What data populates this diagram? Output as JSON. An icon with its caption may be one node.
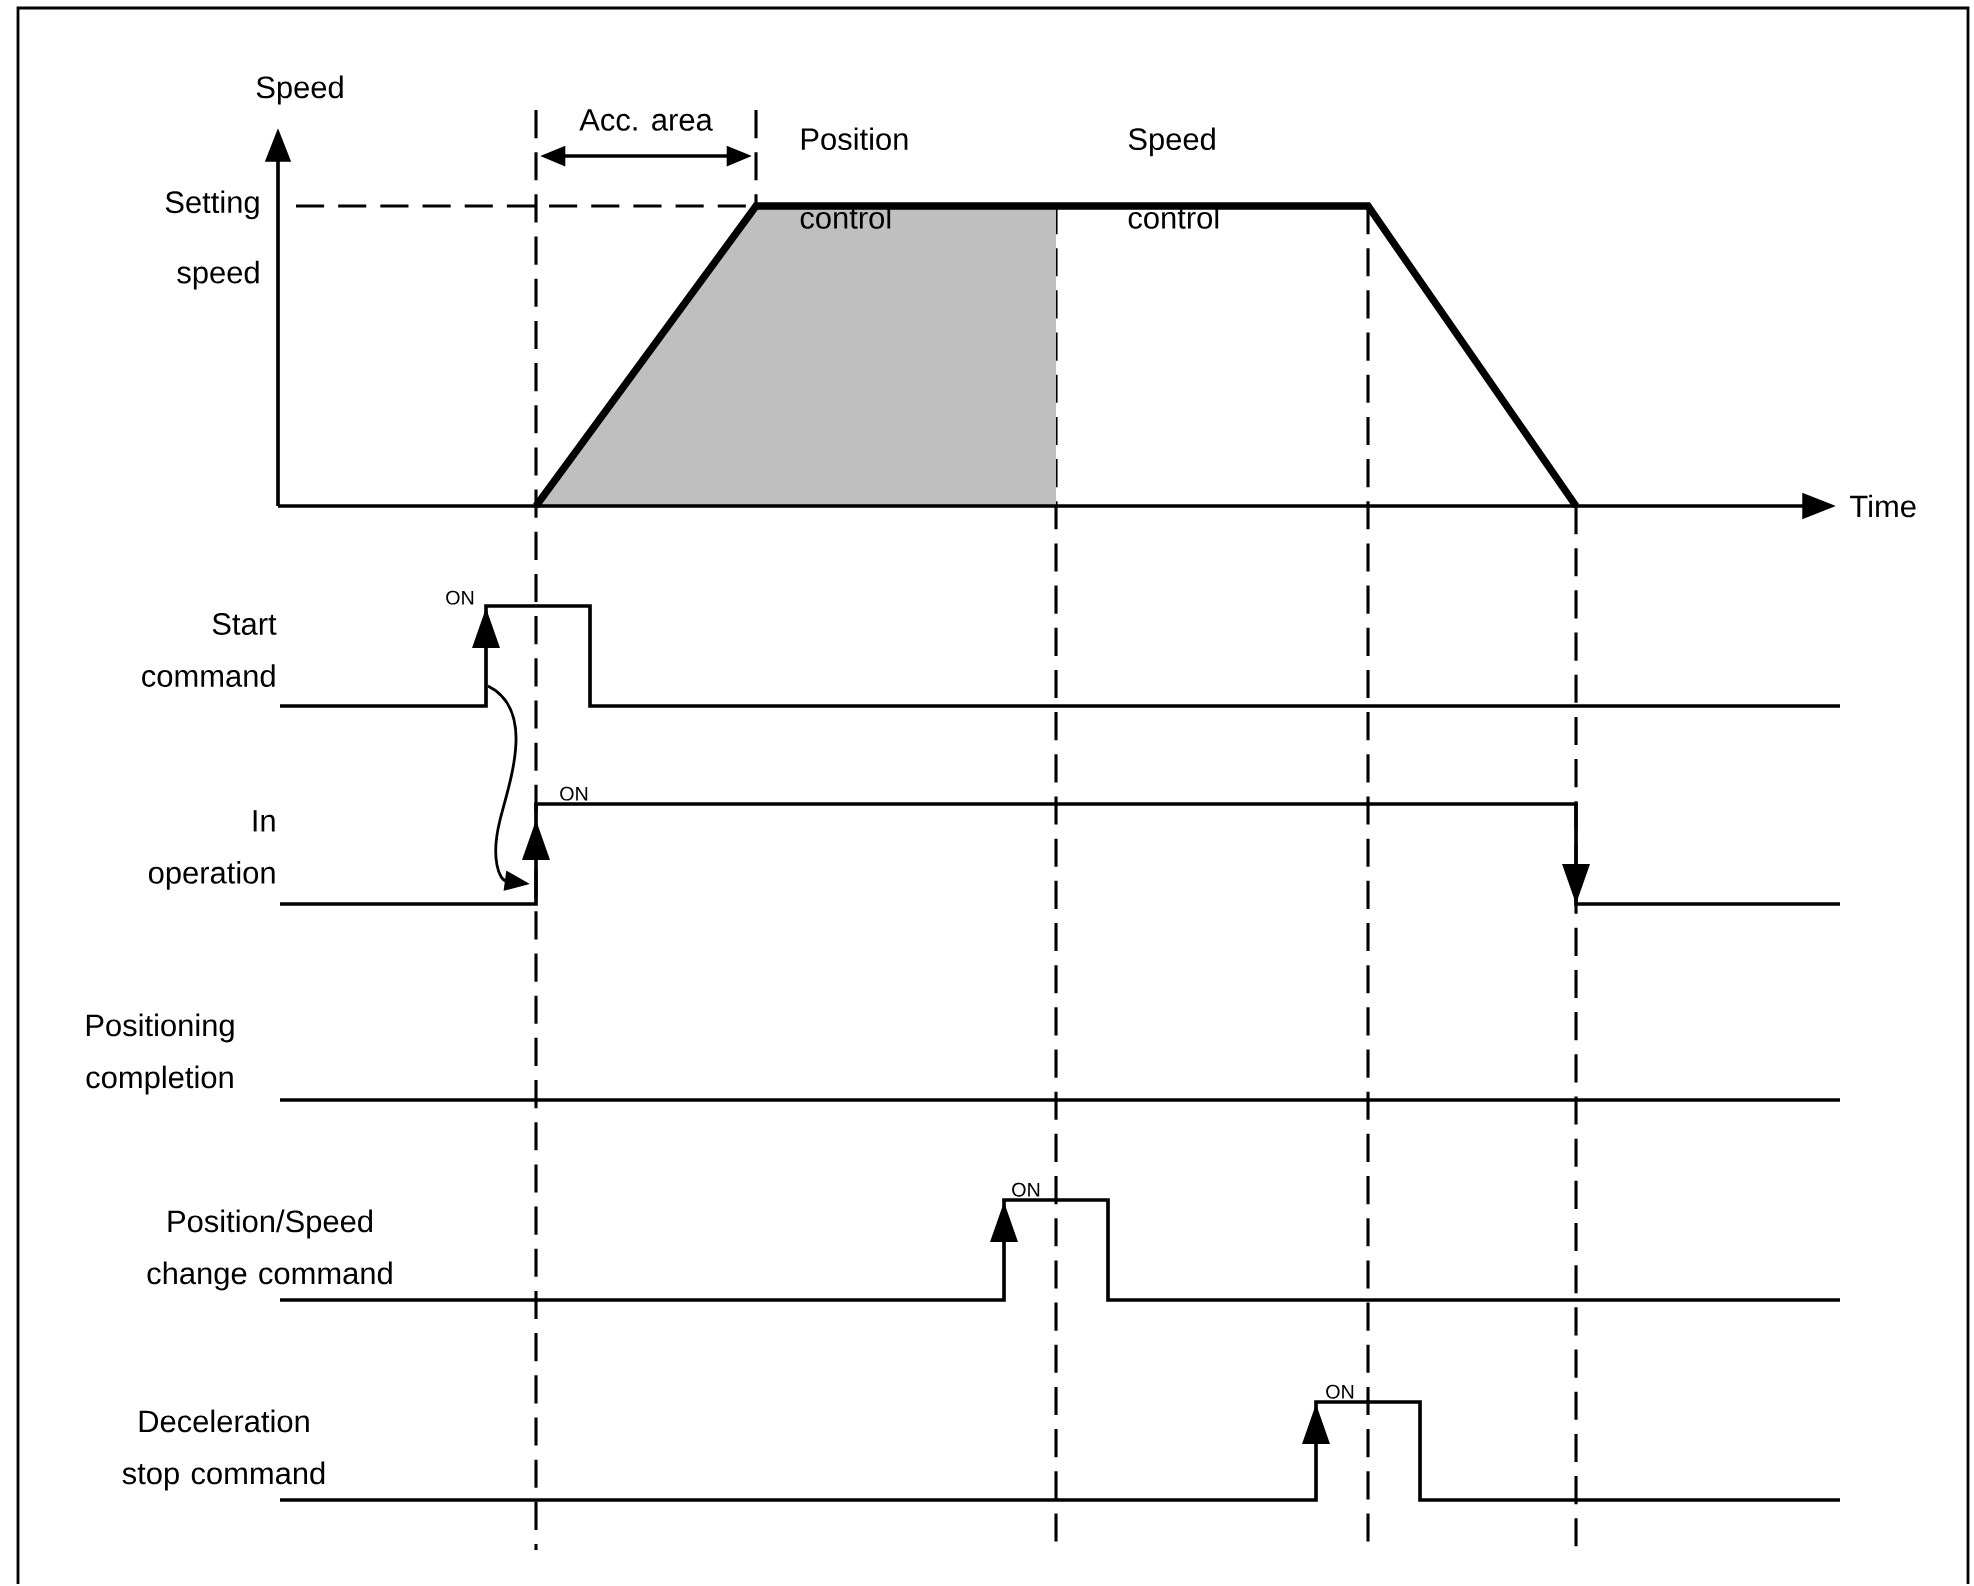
{
  "diagram": {
    "labels": [
      "Speed",
      "Acc. area",
      "Position control",
      "Speed control",
      "Setting speed",
      "Time",
      "ON",
      "Start command",
      "ON",
      "In operation",
      "Positioning completion",
      "ON",
      "Position/Speed change command",
      "ON",
      "Deceleration stop command"
    ]
  }
}
